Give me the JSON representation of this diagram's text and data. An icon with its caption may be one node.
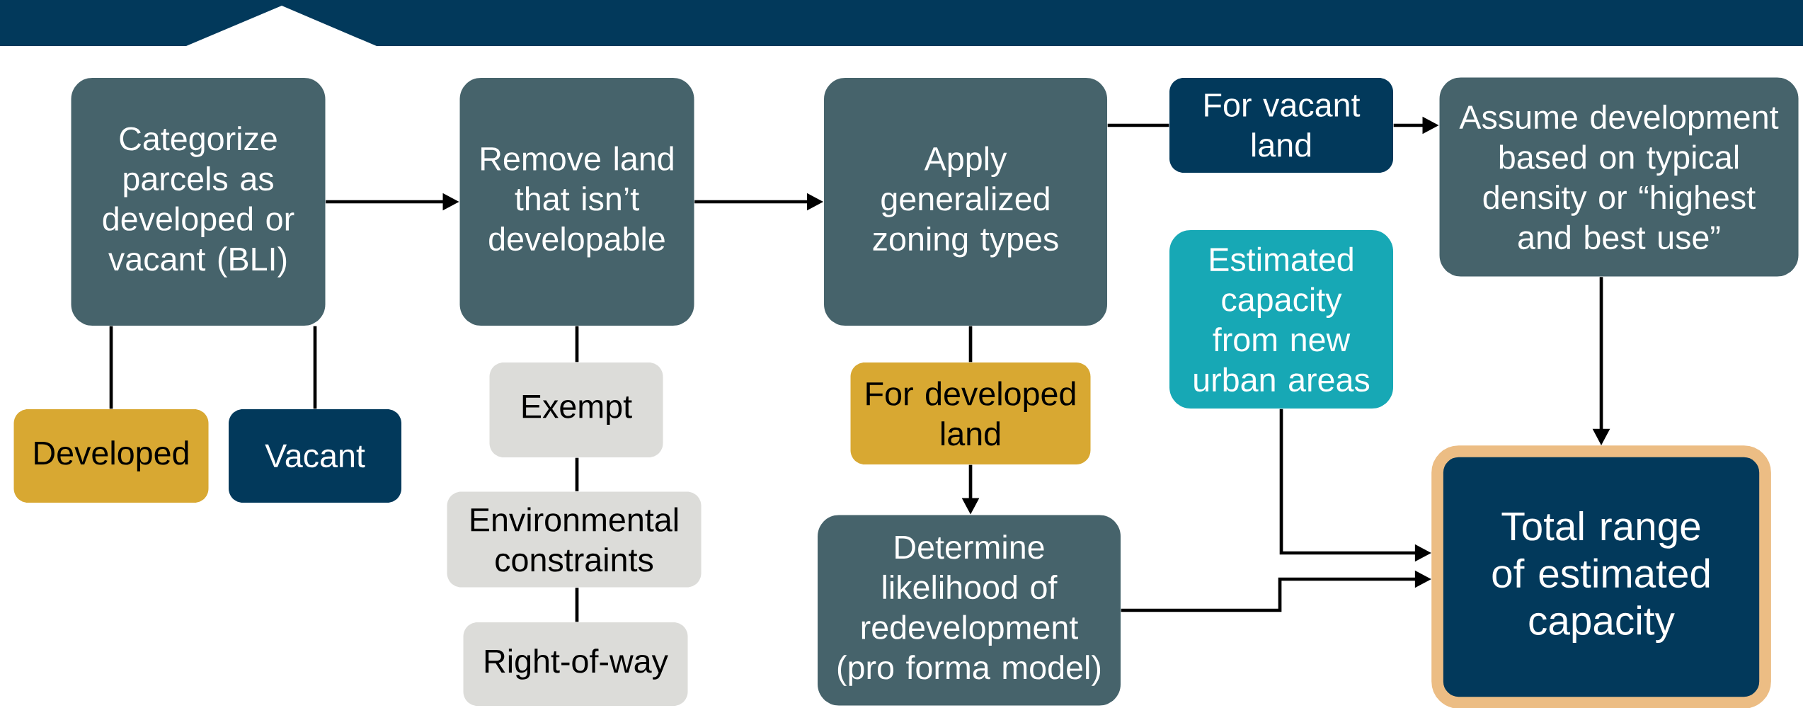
{
  "diagram": {
    "nodes": [
      {
        "text": [
          "Categorize parcels as developed or vacant (BLI)"
        ]
      },
      {
        "text": [
          "Developed"
        ]
      },
      {
        "text": [
          "Vacant"
        ]
      },
      {
        "text": [
          "Remove land that isn’t developable"
        ]
      },
      {
        "text": [
          "Exempt"
        ]
      },
      {
        "text": [
          "Environmental constraints"
        ]
      },
      {
        "text": [
          "Right-of-way"
        ]
      },
      {
        "text": [
          "Apply generalized zoning types"
        ]
      },
      {
        "text": [
          "For vacant land"
        ]
      },
      {
        "text": [
          "Assume development based on typical density or “highest and best use”"
        ]
      },
      {
        "text": [
          "Estimated capacity from new urban areas"
        ]
      },
      {
        "text": [
          "For developed land"
        ]
      },
      {
        "text": [
          "Determine likelihood of redevelopment (pro forma model)"
        ]
      },
      {
        "text": [
          "Total range of estimated capacity"
        ]
      }
    ],
    "edges": [
      {
        "from": 0,
        "to": 3,
        "arrow": "to"
      },
      {
        "from": 0,
        "to": 1,
        "arrow": "none"
      },
      {
        "from": 0,
        "to": 2,
        "arrow": "none"
      },
      {
        "from": 3,
        "to": 7,
        "arrow": "to"
      },
      {
        "from": 3,
        "to": 4,
        "arrow": "none"
      },
      {
        "from": 4,
        "to": 5,
        "arrow": "none"
      },
      {
        "from": 5,
        "to": 6,
        "arrow": "none"
      },
      {
        "from": 7,
        "to": 8,
        "arrow": "none"
      },
      {
        "from": 8,
        "to": 9,
        "arrow": "to"
      },
      {
        "from": 7,
        "to": 11,
        "arrow": "none"
      },
      {
        "from": 11,
        "to": 12,
        "arrow": "to"
      },
      {
        "from": 9,
        "to": 13,
        "arrow": "to"
      },
      {
        "from": 10,
        "to": 13,
        "arrow": "to"
      },
      {
        "from": 12,
        "to": 13,
        "arrow": "to"
      }
    ]
  }
}
